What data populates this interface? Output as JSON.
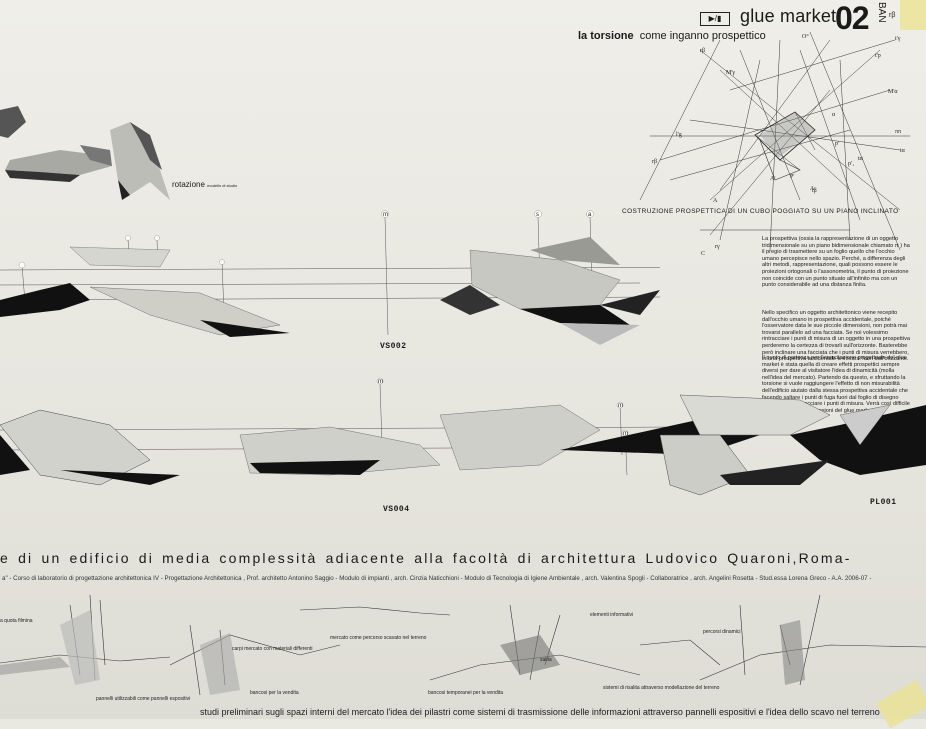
{
  "header": {
    "play_icon_text": "▶/▮",
    "brand": "glue market",
    "sheet_number": "02",
    "vertical_label": "BAN",
    "code": "rβ"
  },
  "subtitle": {
    "bold": "la torsione",
    "rest": "come inganno prospettico"
  },
  "cube_caption": "COSTRUZIONE PROSPETTICA DI UN CUBO POGGIATO SU UN PIANO INCLINATO",
  "rotation": {
    "label": "rotazione",
    "small": "modello di studio"
  },
  "perspective_labels": [
    "rβ",
    "O°",
    "t'γ",
    "M'γ",
    "t'p",
    "M'α",
    "rβ",
    "A",
    "A",
    "tα",
    "tα",
    "C",
    "rγ",
    "α",
    "p'",
    "p'₁",
    "P'",
    "tβ",
    "ππ",
    "l'g",
    "A'"
  ],
  "description": {
    "p1": "La prospettiva (ossia la rappresentazione di un oggetto tridimensionale su un piano bidimensionale chiamato π ) ha il pregio di trasmettere su un foglio quello che l'occhio umano percepisce nello spazio. Perché, a differenza degli altri metodi, rappresentazione, quali possono essere le proiezioni ortogonali o l'assonometria, il punto di proiezione non coincide con un punto situato all'infinito ma con un punto considerabile ad una distanza finita.",
    "p2": "Nello specifico un oggetto architettonico viene recepito dall'occhio umano in prospettiva accidentale, poiché l'osservatore data le sue piccole dimensioni, non potrà mai trovarsi parallelo ad una facciata. Se noi volessimo rintracciare i punti di misura di un oggetto in una prospettiva perderemo la certezza di trovarli sull'orizzonte. Basterebbe però inclinare una facciata che i punti di misura verrebbero, in una prospettiva accidentale a trovarsi fuori dall'orizzonte.",
    "p3": "Il punto di partenza per l'esercitazione progettuale del glue market è stata quella di creare effetti prospettici sempre diversi per dare al visitatore l'idea di dinamicità (molla nell'idea del mercato). Partendo da questo, e sfruttando la torsione si vuole raggiungere l'effetto di non misurabilità dell'edificio aiutato dalla stessa prospettiva accidentale che facendo saltare i punti di fuga fuori dal foglio di disegno impedisce di rintracciare i punti di misura. Verrà così difficile capire a ritroso le dimensioni del glue market."
  },
  "views": {
    "vs002": "VS002",
    "vs004": "VS004",
    "pl001": "PL001"
  },
  "markers": [
    "m",
    "s",
    "a",
    "m",
    "m",
    "m"
  ],
  "title": "e di un edificio di media complessità adiacente alla facoltà di architettura Ludovico Quaroni,Roma-",
  "credits": "a\" - Corso di laboratorio di progettazione architettonica IV - Progettazione Architettonica , Prof. architetto Antonino Saggio - Modulo di impianti , arch. Cinzia Naticchioni - Modulo di Tecnologia di Igiene Ambientale , arch. Valentina Spogli - Collaboratrice , arch. Angelini Rosetta - Stud.essa Lorena Greco - A.A. 2006-07 -",
  "sketch_labels": {
    "a": "a quota filmina",
    "b": "carpi mercato con materiali differenti",
    "c": "mercato come percorso scavato nel terreno",
    "d": "elementi informativi",
    "e": "percorsi dinamici",
    "f": "pannelli utilizzabili come pannelli espositivi",
    "g": "bancosi per la vendita",
    "h": "bancosi temporanei per la vendita",
    "i": "sistemi di risalita attraverso modellazione del terreno",
    "j": "salita"
  },
  "bottom_caption": "studi preliminari sugli spazi interni del mercato l'idea dei pilastri come sistemi di trasmissione delle informazioni attraverso pannelli espositivi e l'idea dello scavo nel terreno"
}
